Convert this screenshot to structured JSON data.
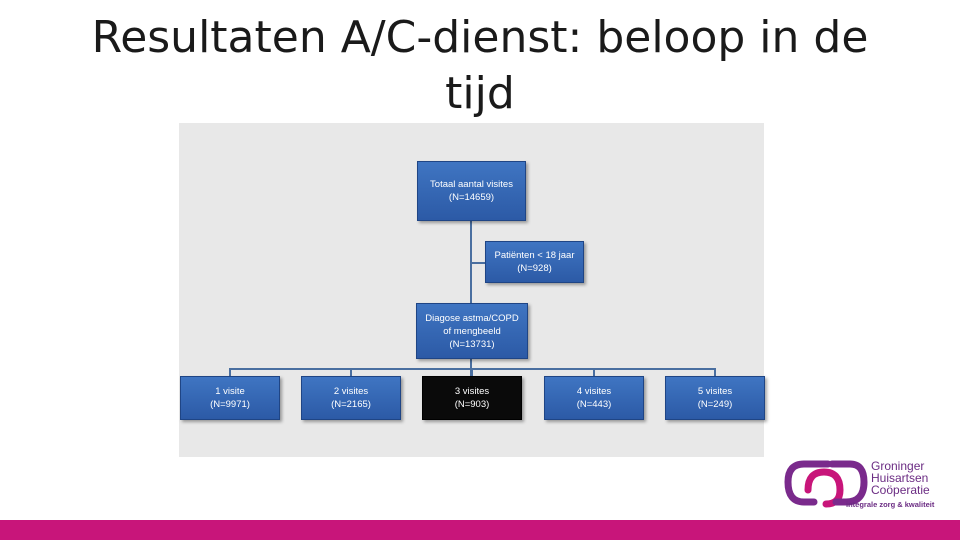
{
  "slide": {
    "title": "Resultaten A/C-dienst: beloop in de tijd"
  },
  "diagram": {
    "root": {
      "label": "Totaal aantal visites",
      "count": "(N=14659)"
    },
    "excluded": {
      "label": "Patiënten < 18 jaar",
      "count": "(N=928)"
    },
    "selected": {
      "label_line1": "Diagose astma/COPD",
      "label_line2": "of mengbeeld",
      "count": "(N=13731)"
    },
    "leaves": [
      {
        "label": "1 visite",
        "count": "(N=9971)"
      },
      {
        "label": "2 visites",
        "count": "(N=2165)"
      },
      {
        "label": "3 visites",
        "count": "(N=903)"
      },
      {
        "label": "4 visites",
        "count": "(N=443)"
      },
      {
        "label": "5 visites",
        "count": "(N=249)"
      }
    ],
    "colors": {
      "node": "#2f63b3",
      "highlight": "#000000",
      "connector": "#4a6fa0"
    }
  },
  "logo": {
    "line1": "Groninger",
    "line2": "Huisartsen",
    "line3": "Coöperatie",
    "tagline": "integrale zorg & kwaliteit",
    "color": "#6b2c83"
  },
  "footer": {
    "bar_color": "#c8157a"
  }
}
